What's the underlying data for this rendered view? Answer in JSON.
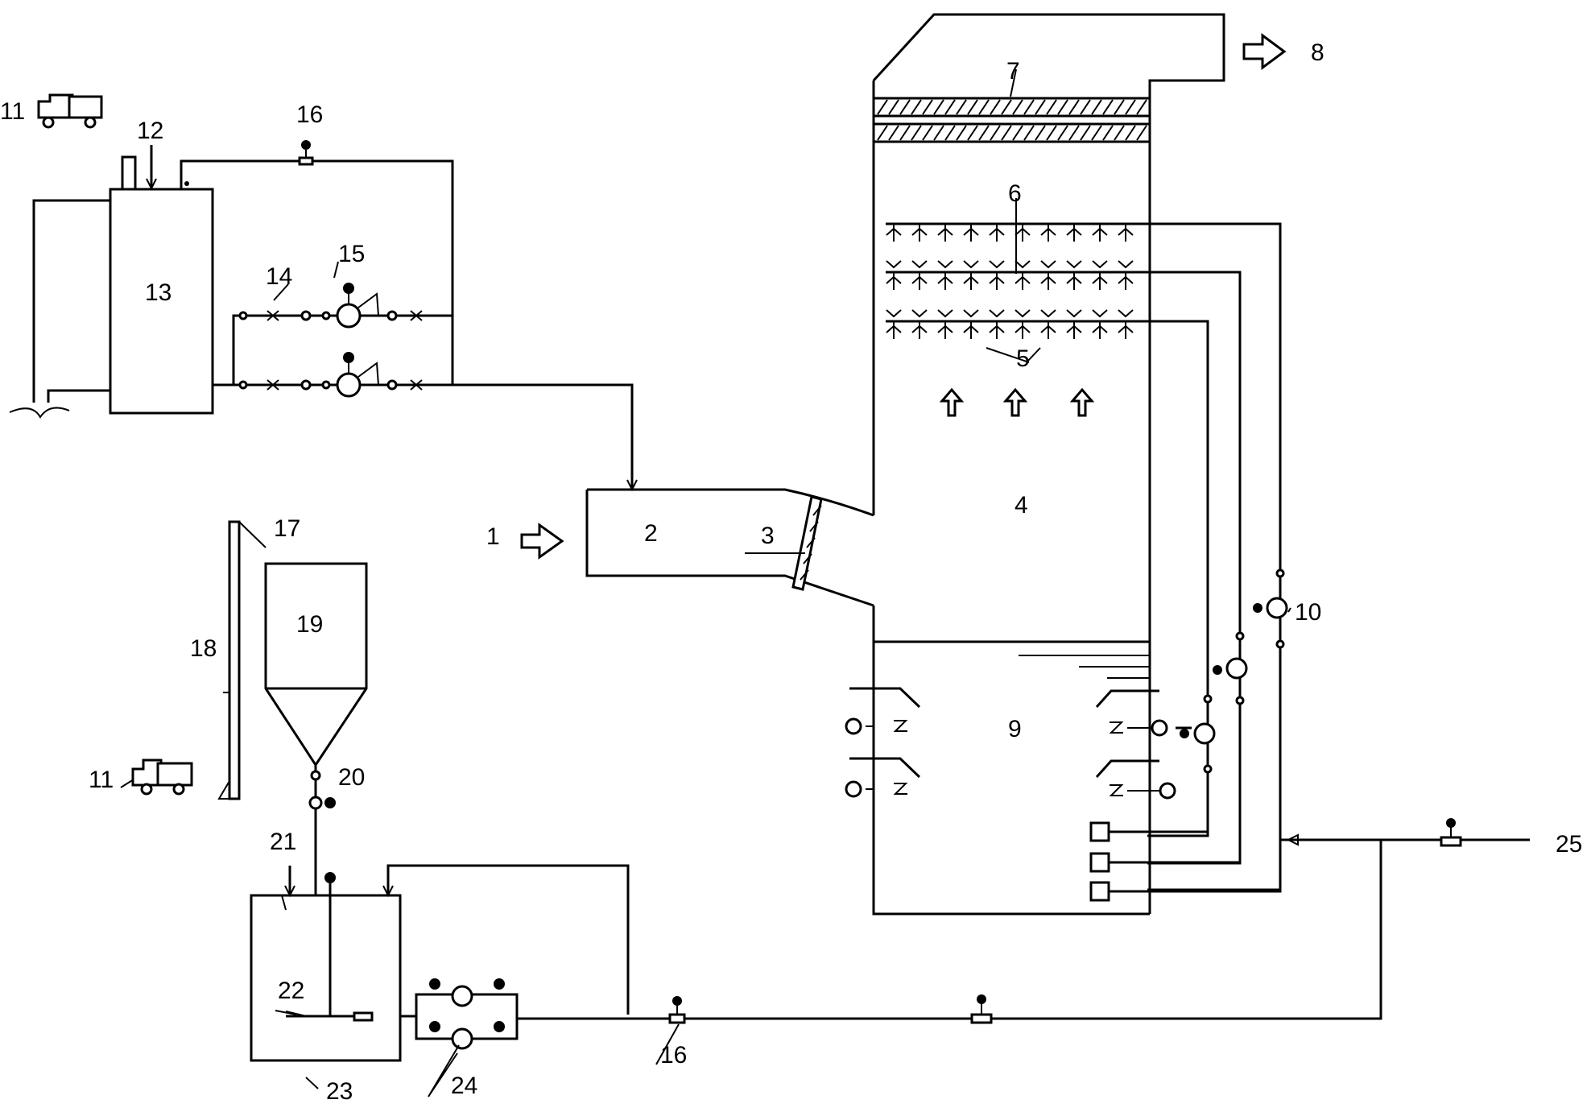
{
  "labels": {
    "l1": "1",
    "l2": "2",
    "l3": "3",
    "l4": "4",
    "l5": "5",
    "l6": "6",
    "l7": "7",
    "l8": "8",
    "l9": "9",
    "l10": "10",
    "l11a": "11",
    "l11b": "11",
    "l12": "12",
    "l13": "13",
    "l14": "14",
    "l15": "15",
    "l16a": "16",
    "l16b": "16",
    "l17": "17",
    "l18": "18",
    "l19": "19",
    "l20": "20",
    "l21": "21",
    "l22": "22",
    "l23": "23",
    "l24": "24",
    "l25": "25"
  },
  "icons": {
    "truck": "truck-icon",
    "pump": "pump-icon",
    "valve": "valve-icon",
    "arrow": "arrow-icon",
    "nozzle": "spray-nozzle-icon"
  },
  "colors": {
    "line": "#000000",
    "background": "#ffffff"
  }
}
